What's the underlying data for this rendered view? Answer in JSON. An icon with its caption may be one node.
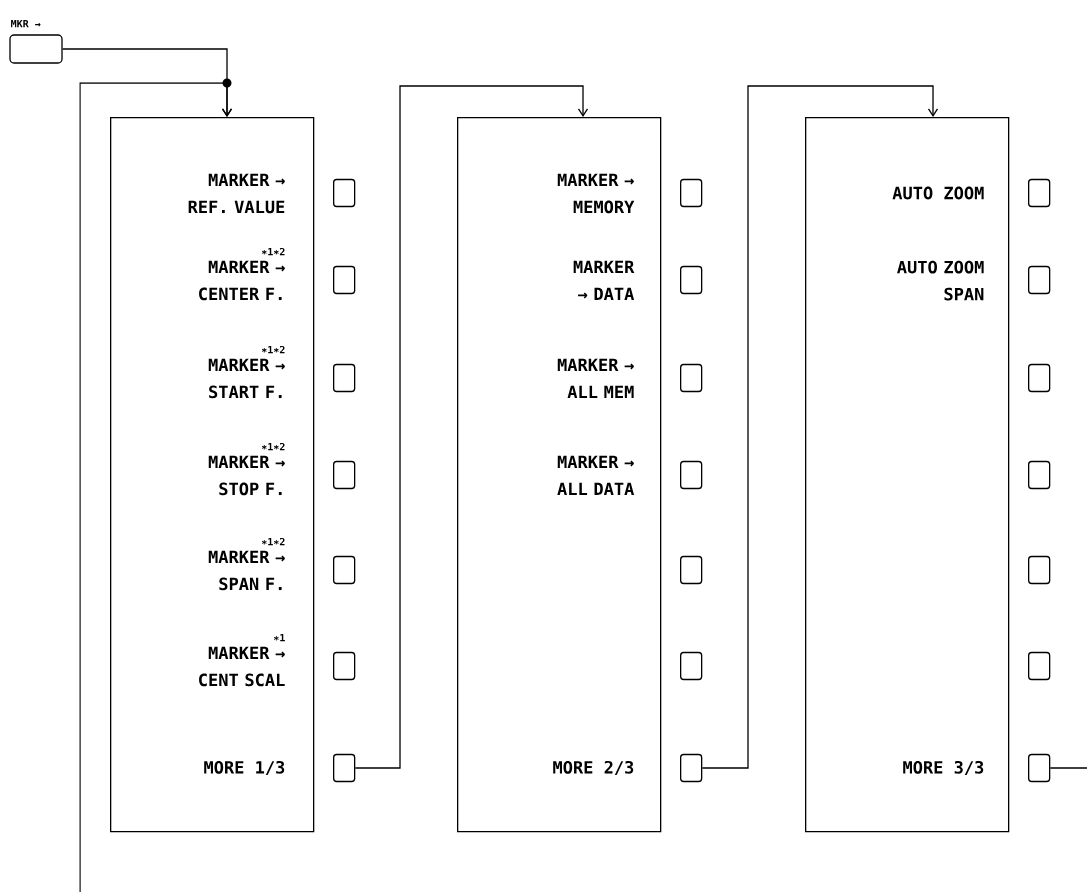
{
  "diagram": {
    "nodes": [
      {
        "text": [
          "MKR →"
        ]
      },
      {
        "text": [
          "MARKER → REF. VALUE",
          "∗1∗2",
          "MARKER → CENTER F.",
          "∗1∗2",
          "MARKER → START F.",
          "∗1∗2",
          "MARKER → STOP F.",
          "∗1∗2",
          "MARKER → SPAN F.",
          "∗1",
          "MARKER → CENT SCAL",
          "MORE 1/3"
        ]
      },
      {
        "text": [],
        "shape": "box"
      },
      {
        "text": [],
        "shape": "box"
      },
      {
        "text": [],
        "shape": "box"
      },
      {
        "text": [],
        "shape": "box"
      },
      {
        "text": [],
        "shape": "box"
      },
      {
        "text": [],
        "shape": "box"
      },
      {
        "text": [],
        "shape": "box"
      },
      {
        "text": [
          "MARKER → MEMORY",
          "MARKER → DATA",
          "MARKER → ALL MEM",
          "MARKER → ALL DATA",
          "MORE 2/3"
        ]
      },
      {
        "text": [],
        "shape": "box"
      },
      {
        "text": [],
        "shape": "box"
      },
      {
        "text": [],
        "shape": "box"
      },
      {
        "text": [],
        "shape": "box"
      },
      {
        "text": [],
        "shape": "box"
      },
      {
        "text": [],
        "shape": "box"
      },
      {
        "text": [],
        "shape": "box"
      },
      {
        "text": [
          "AUTO ZOOM",
          "AUTO ZOOM SPAN",
          "MORE 3/3"
        ]
      },
      {
        "text": [],
        "shape": "box"
      },
      {
        "text": [],
        "shape": "box"
      },
      {
        "text": [],
        "shape": "box"
      },
      {
        "text": [],
        "shape": "box"
      },
      {
        "text": [],
        "shape": "box"
      },
      {
        "text": [],
        "shape": "box"
      },
      {
        "text": [],
        "shape": "box"
      }
    ],
    "edges": [
      {
        "from": 0,
        "to": 1,
        "arrow": "to"
      },
      {
        "from": 8,
        "to": 9,
        "arrow": "to"
      },
      {
        "from": 16,
        "to": 17,
        "arrow": "to"
      },
      {
        "from": 24,
        "to": 1,
        "arrow": "to"
      }
    ]
  }
}
